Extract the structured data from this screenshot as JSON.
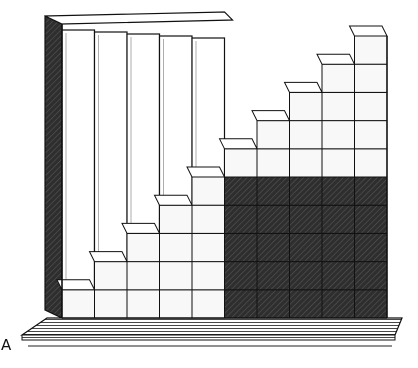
{
  "figure": {
    "caption_mark": "A",
    "grid_columns": 10,
    "grid_rows": 10,
    "shaded_block_columns": 5,
    "shaded_block_rows": 5,
    "slab_count": 5,
    "colors": {
      "ink": "#111111",
      "paper": "#ffffff",
      "shade": "#2e2e2e",
      "face": "#f8f8f8"
    }
  }
}
